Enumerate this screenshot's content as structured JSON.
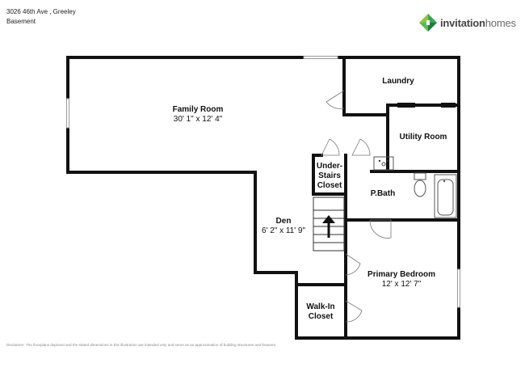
{
  "header": {
    "address": "3026 46th Ave , Greeley",
    "level": "Basement"
  },
  "brand": {
    "name_part1": "invitation",
    "name_part2": "homes",
    "logo_colors": [
      "#8cc63f",
      "#3aa655",
      "#1e7d46",
      "#5cb85c"
    ]
  },
  "rooms": {
    "family_room": {
      "name": "Family Room",
      "dims": "30' 1\" x 12' 4\""
    },
    "laundry": {
      "name": "Laundry"
    },
    "utility_room": {
      "name": "Utility Room"
    },
    "under_stairs": {
      "line1": "Under-",
      "line2": "Stairs",
      "line3": "Closet"
    },
    "pbath": {
      "name": "P.Bath"
    },
    "den": {
      "name": "Den",
      "dims": "6' 2\" x 11' 9\""
    },
    "primary_bedroom": {
      "name": "Primary Bedroom",
      "dims": "12' x 12' 7\""
    },
    "walkin": {
      "line1": "Walk-In",
      "line2": "Closet"
    }
  },
  "colors": {
    "wall": "#111111",
    "fixture": "#555555"
  },
  "disclaimer": "Disclaimer: The floorplans depicted and the stated dimensions in this illustration are intended only and serve as an approximation of building structures and features."
}
